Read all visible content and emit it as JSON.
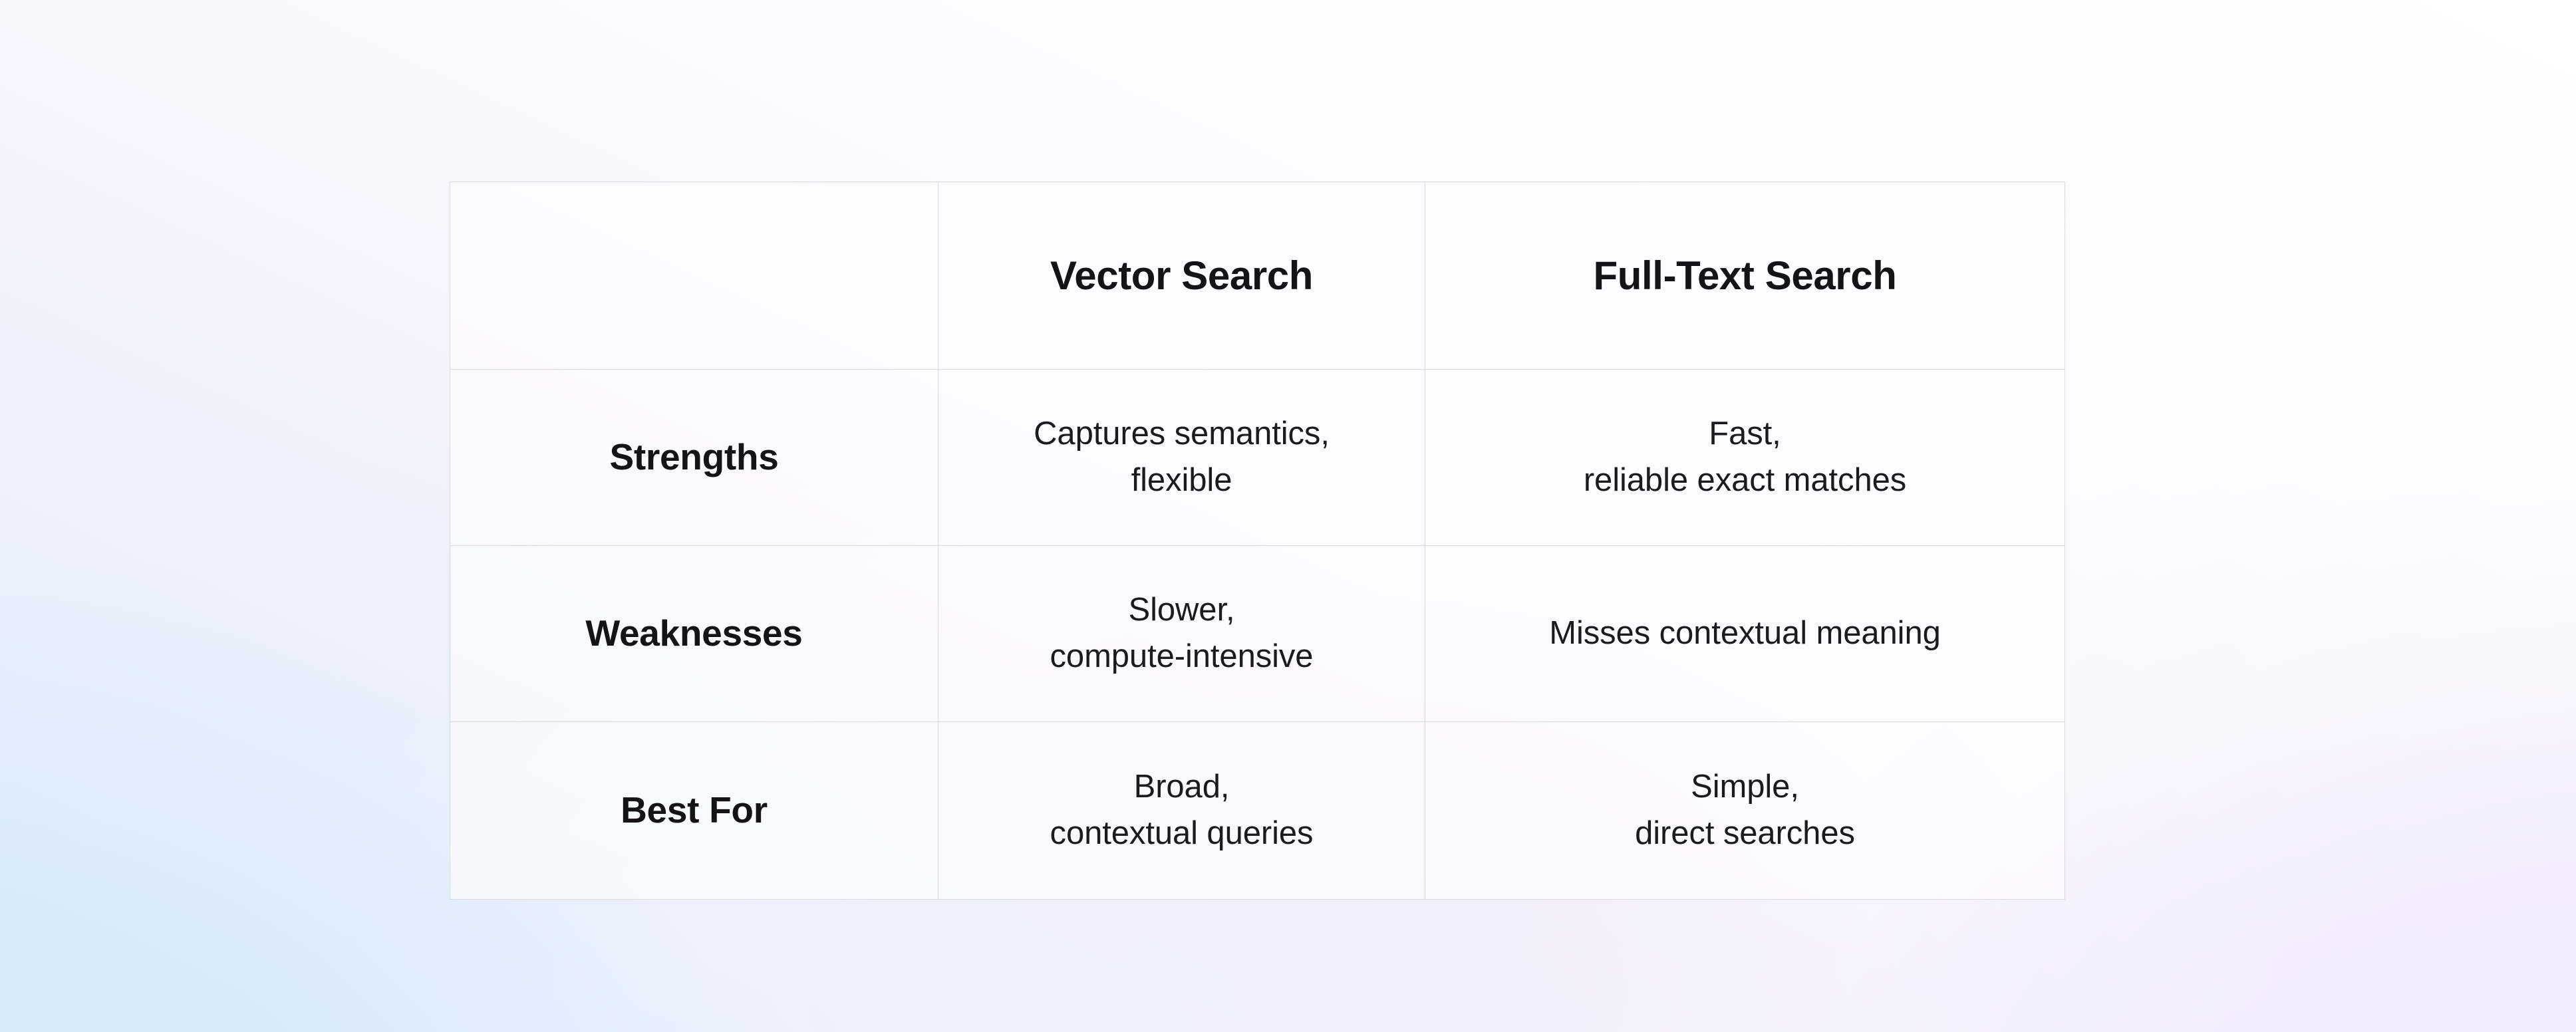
{
  "table": {
    "columns": [
      {
        "key": "label",
        "header": ""
      },
      {
        "key": "vector",
        "header": "Vector Search"
      },
      {
        "key": "fts",
        "header": "Full-Text Search"
      }
    ],
    "rows": [
      {
        "label": "Strengths",
        "vector": {
          "lines": [
            "Captures semantics,",
            "flexible"
          ]
        },
        "fts": {
          "lines": [
            "Fast,",
            "reliable exact matches"
          ]
        }
      },
      {
        "label": "Weaknesses",
        "vector": {
          "lines": [
            "Slower,",
            "compute-intensive"
          ]
        },
        "fts": {
          "lines": [
            "Misses contextual meaning"
          ]
        }
      },
      {
        "label": "Best For",
        "vector": {
          "lines": [
            "Broad,",
            "contextual queries"
          ]
        },
        "fts": {
          "lines": [
            "Simple,",
            "direct searches"
          ]
        }
      }
    ]
  },
  "theme": {
    "border_color": "#d9d9de",
    "heading_text_color": "#141416",
    "body_text_color": "#1b1b1e",
    "background_white": "#ffffff",
    "background_blue": "#d6e8fb",
    "background_lavender": "#efeafd"
  }
}
